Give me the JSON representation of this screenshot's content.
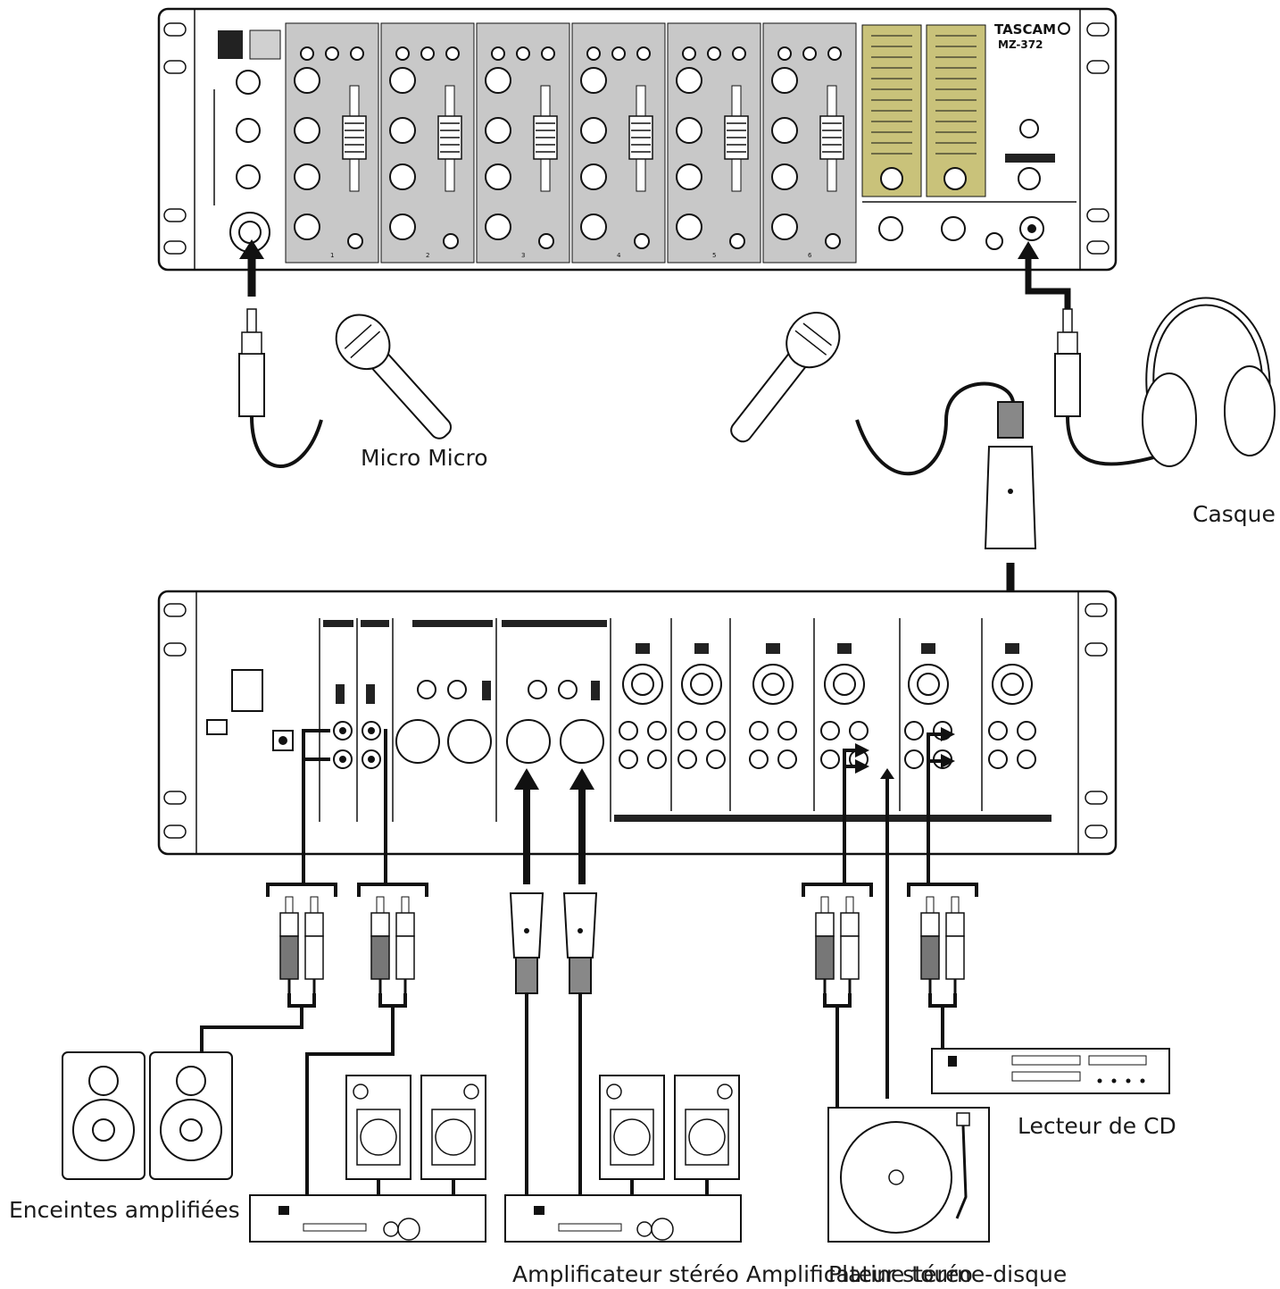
{
  "mixer": {
    "brand": "TASCAM",
    "model": "MZ-372",
    "channels": [
      "1",
      "2",
      "3",
      "4",
      "5",
      "6"
    ]
  },
  "labels": {
    "mic": "Micro Micro",
    "headphones": "Casque",
    "cd_player": "Lecteur de CD",
    "powered_speakers": "Enceintes amplifiées",
    "amplifiers": "Amplificateur stéréo Amplificateur stéréo",
    "turntable": "Platine tourne-disque"
  },
  "colors": {
    "line": "#111111",
    "panel_gray": "#c8c8c8",
    "meter_olive": "#c9c27a",
    "background": "#ffffff"
  }
}
